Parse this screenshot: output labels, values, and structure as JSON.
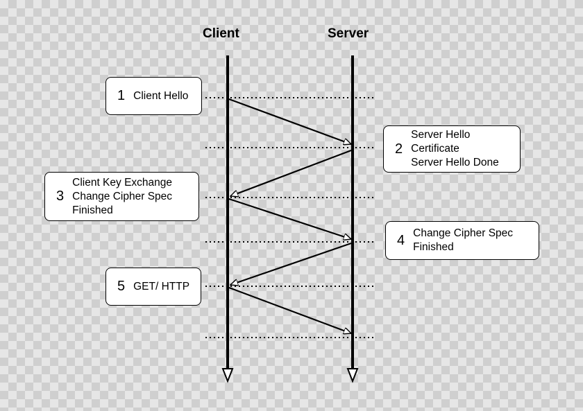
{
  "headings": {
    "client": "Client",
    "server": "Server"
  },
  "steps": [
    {
      "num": "1",
      "lines": [
        "Client Hello"
      ]
    },
    {
      "num": "2",
      "lines": [
        "Server Hello",
        "Certificate",
        "Server Hello Done"
      ]
    },
    {
      "num": "3",
      "lines": [
        "Client Key Exchange",
        "Change Cipher Spec",
        "Finished"
      ]
    },
    {
      "num": "4",
      "lines": [
        "Change Cipher Spec",
        "Finished"
      ]
    },
    {
      "num": "5",
      "lines": [
        "GET/ HTTP"
      ]
    }
  ]
}
